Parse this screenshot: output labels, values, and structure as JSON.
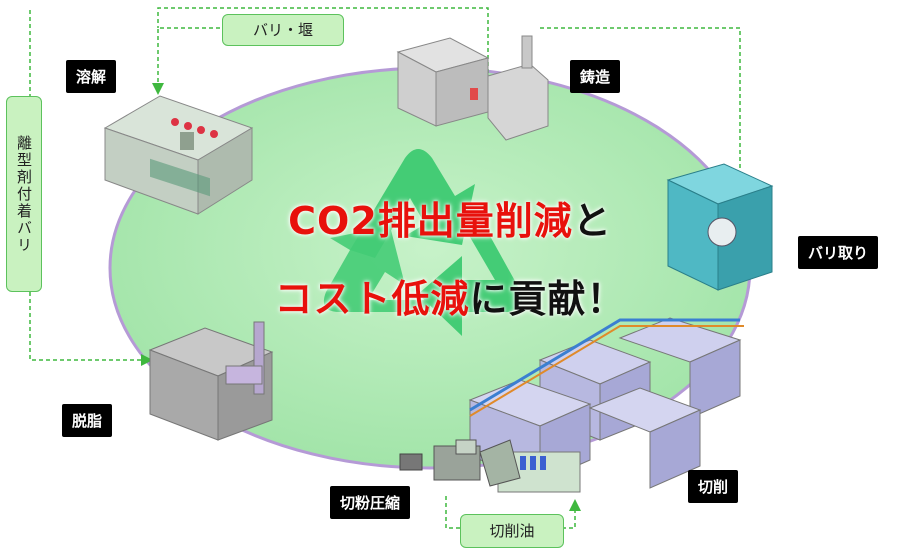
{
  "stations": {
    "melting": "溶解",
    "casting": "鋳造",
    "deburring": "バリ取り",
    "degreasing": "脱脂",
    "cutting": "切削",
    "chip_compression": "切粉圧縮"
  },
  "flows": {
    "burr_gate": "バリ・堰",
    "release_agent_burr": "離型剤付着バリ",
    "cutting_oil": "切削油"
  },
  "headline": {
    "line1_red": "CO2排出量削減",
    "line1_black": "と",
    "line2_red": "コスト低減",
    "line2_black": "に貢献！"
  },
  "colors": {
    "ellipse_fill": "#aee9b2",
    "ellipse_stroke": "#b59ad6",
    "recycle_green": "#3ecb72",
    "flow_green": "#3fb83f",
    "headline_red": "#e8110c"
  }
}
